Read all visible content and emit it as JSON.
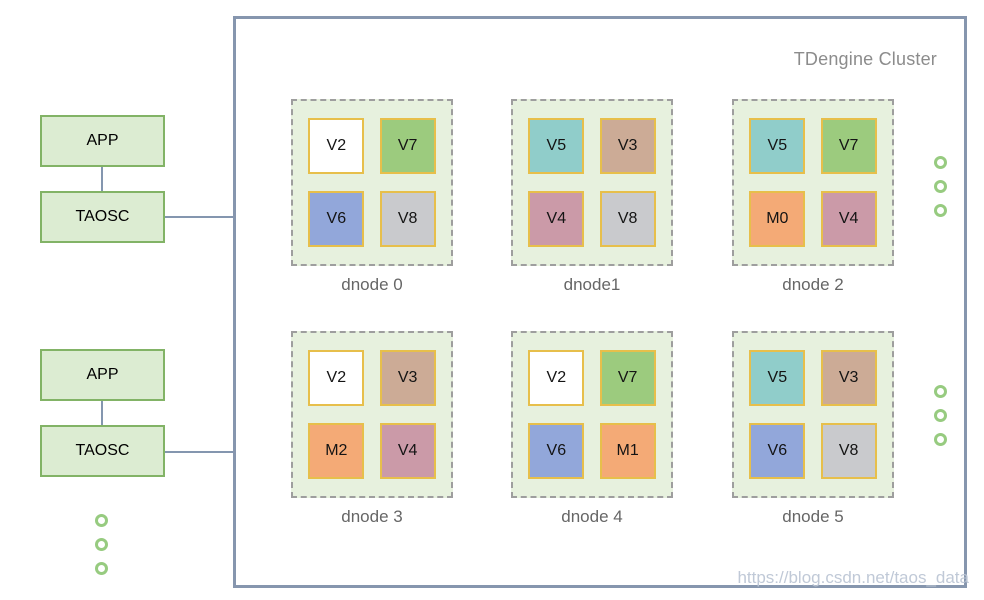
{
  "cluster": {
    "title": "TDengine Cluster"
  },
  "app_stacks": [
    {
      "app": "APP",
      "taosc": "TAOSC"
    },
    {
      "app": "APP",
      "taosc": "TAOSC"
    }
  ],
  "dnodes": [
    {
      "label": "dnode 0",
      "cells": [
        {
          "label": "V2",
          "color": "white"
        },
        {
          "label": "V7",
          "color": "green"
        },
        {
          "label": "V6",
          "color": "blue"
        },
        {
          "label": "V8",
          "color": "gray"
        }
      ]
    },
    {
      "label": "dnode1",
      "cells": [
        {
          "label": "V5",
          "color": "teal"
        },
        {
          "label": "V3",
          "color": "tan"
        },
        {
          "label": "V4",
          "color": "mauve"
        },
        {
          "label": "V8",
          "color": "gray"
        }
      ]
    },
    {
      "label": "dnode 2",
      "cells": [
        {
          "label": "V5",
          "color": "teal"
        },
        {
          "label": "V7",
          "color": "green"
        },
        {
          "label": "M0",
          "color": "orange"
        },
        {
          "label": "V4",
          "color": "mauve"
        }
      ]
    },
    {
      "label": "dnode 3",
      "cells": [
        {
          "label": "V2",
          "color": "white"
        },
        {
          "label": "V3",
          "color": "tan"
        },
        {
          "label": "M2",
          "color": "orange"
        },
        {
          "label": "V4",
          "color": "mauve"
        }
      ]
    },
    {
      "label": "dnode 4",
      "cells": [
        {
          "label": "V2",
          "color": "white"
        },
        {
          "label": "V7",
          "color": "green"
        },
        {
          "label": "V6",
          "color": "blue"
        },
        {
          "label": "M1",
          "color": "orange"
        }
      ]
    },
    {
      "label": "dnode 5",
      "cells": [
        {
          "label": "V5",
          "color": "teal"
        },
        {
          "label": "V3",
          "color": "tan"
        },
        {
          "label": "V6",
          "color": "blue"
        },
        {
          "label": "V8",
          "color": "gray"
        }
      ]
    }
  ],
  "colors": {
    "white": "#ffffff",
    "green": "#9ccb7e",
    "blue": "#92a7da",
    "gray": "#c9cacd",
    "teal": "#90cdca",
    "tan": "#ccab96",
    "mauve": "#cb9aa8",
    "orange": "#f4aa76",
    "cell_border": "#e7bf4b",
    "dnode_bg": "#e7f1de",
    "cluster_border": "#8696ae",
    "app_border": "#82b366",
    "app_fill": "#dcecd2",
    "ring_green": "#97cb80"
  },
  "watermark": "https://blog.csdn.net/taos_data"
}
